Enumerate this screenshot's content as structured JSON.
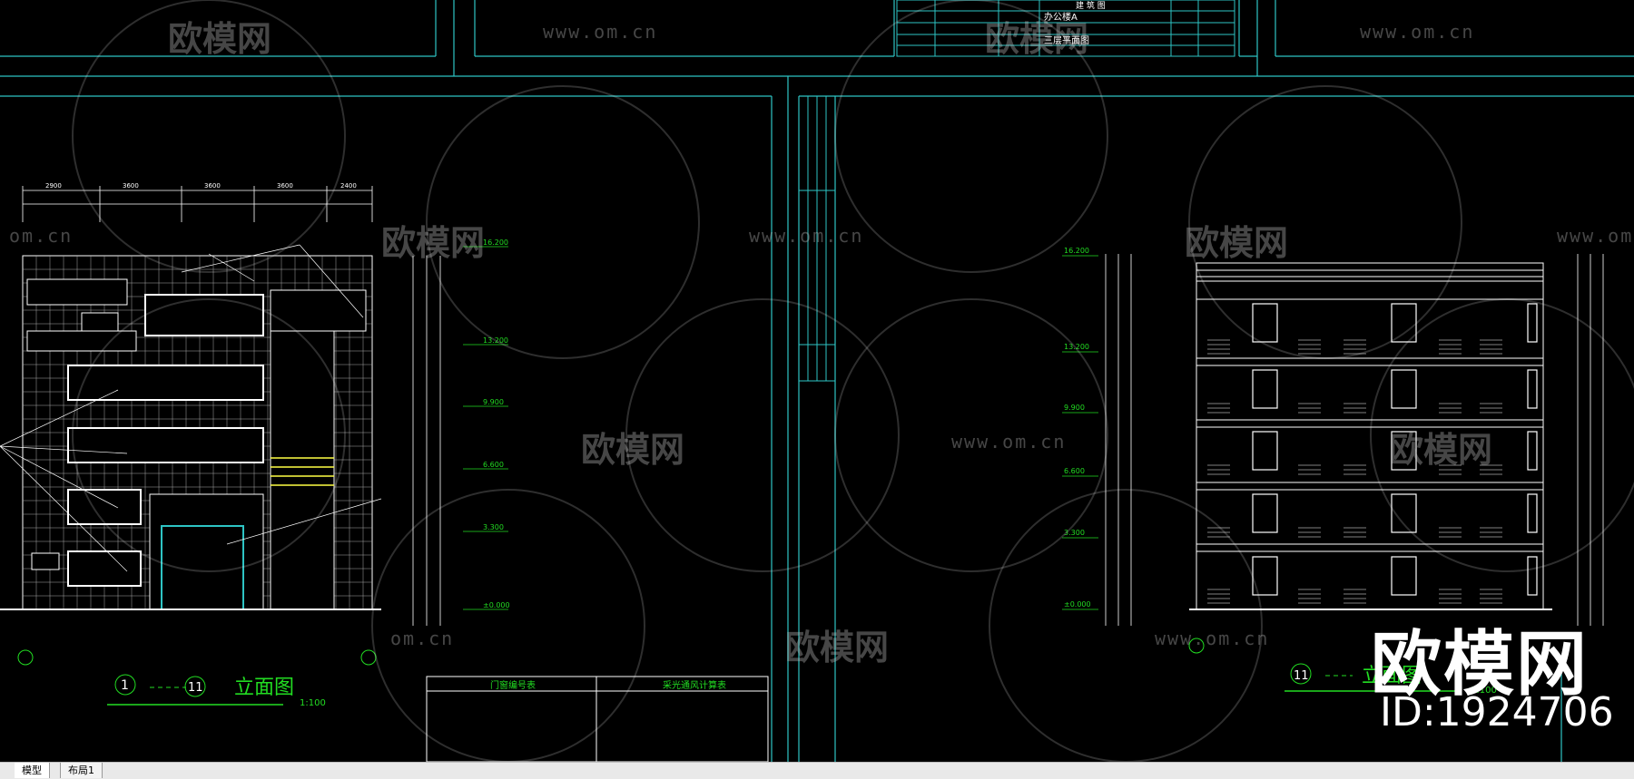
{
  "tabs": [
    {
      "label": "模型",
      "active": true
    },
    {
      "label": "布局1",
      "active": false
    }
  ],
  "colors": {
    "background": "#000000",
    "frame": "#2ec4c4",
    "lines": "#ffffff",
    "annotation": "#22dd22",
    "highlight": "#ffff44"
  },
  "watermark": {
    "logo_text": "欧模网",
    "url": "www.om.cn",
    "url_partial": "om.cn",
    "big_logo": "欧模网",
    "id_text": "ID:1924706"
  },
  "title_block": {
    "project": "办公楼A",
    "drawing": "三层平面图",
    "header": "建 筑 图"
  },
  "left_drawing": {
    "axis_start": "1",
    "axis_end": "11",
    "title": "立面图",
    "scale": "1:100",
    "dims_top": [
      "2900",
      "3600",
      "3600",
      "3600",
      "2400"
    ],
    "elevations": [
      "16.200",
      "13.200",
      "9.900",
      "6.600",
      "3.300",
      "±0.000"
    ],
    "table_headers": [
      "门窗编号表",
      "采光通风计算表"
    ]
  },
  "right_drawing": {
    "axis_start": "11",
    "title": "立面图",
    "scale": "1:100",
    "elevations": [
      "16.200",
      "13.200",
      "9.900",
      "6.600",
      "3.300",
      "±0.000"
    ]
  }
}
